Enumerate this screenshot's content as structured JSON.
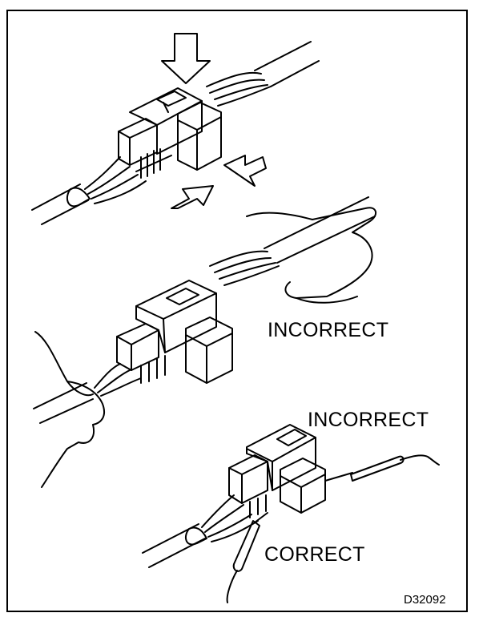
{
  "labels": {
    "incorrect_1": "INCORRECT",
    "incorrect_2": "INCORRECT",
    "correct": "CORRECT"
  },
  "figure_code": "D32092",
  "colors": {
    "line": "#000000",
    "fill": "#ffffff"
  },
  "icons": [
    "arrow-down-icon",
    "arrow-left-icon",
    "arrow-right-icon",
    "probe-icon",
    "hand-icon"
  ]
}
